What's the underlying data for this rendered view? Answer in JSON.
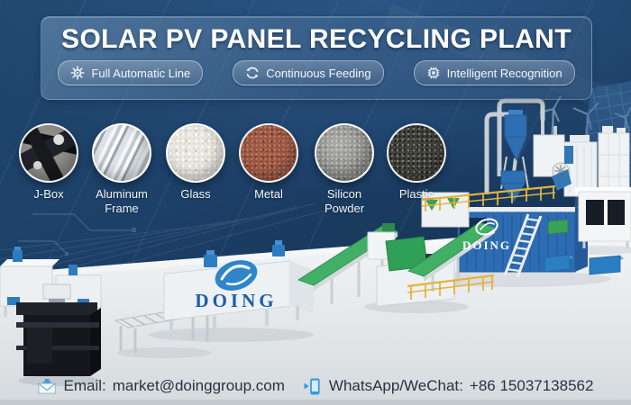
{
  "header": {
    "title": "SOLAR PV PANEL RECYCLING PLANT",
    "badges": [
      {
        "icon": "gear-icon",
        "label": "Full Automatic Line"
      },
      {
        "icon": "cycle-arrows-icon",
        "label": "Continuous Feeding"
      },
      {
        "icon": "chip-icon",
        "label": "Intelligent Recognition"
      }
    ]
  },
  "materials": [
    {
      "label": "J-Box",
      "photo": "junction-boxes"
    },
    {
      "label": "Aluminum Frame",
      "photo": "aluminum-frame-strips"
    },
    {
      "label": "Glass",
      "photo": "crushed-glass"
    },
    {
      "label": "Metal",
      "photo": "metal-granules"
    },
    {
      "label": "Silicon Powder",
      "photo": "silicon-powder"
    },
    {
      "label": "Plastic",
      "photo": "plastic-granules"
    }
  ],
  "brand": {
    "name": "DOING"
  },
  "contact": {
    "email_label": "Email:",
    "email_value": "market@doinggroup.com",
    "whatsapp_label": "WhatsApp/WeChat:",
    "whatsapp_value": "+86 15037138562"
  },
  "colors": {
    "background_navy": "#1c3f66",
    "panel_blue": "#416892",
    "accent_yellow": "#e2b33c",
    "conveyor_green": "#3fae63",
    "container_blue": "#2d6cb3",
    "brand_blue": "#1d5cab",
    "contact_icon_blue": "#2f9be0",
    "floor_light": "#e8ecee"
  }
}
